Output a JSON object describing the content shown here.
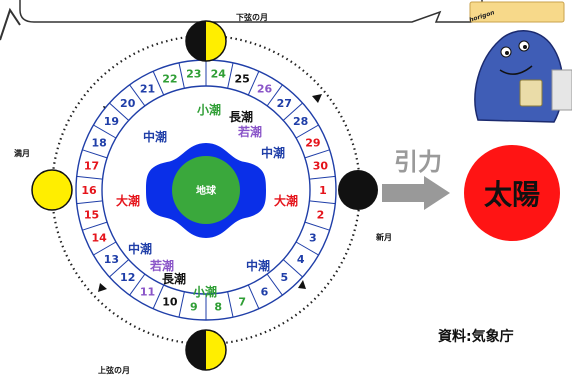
{
  "labels": {
    "third_quarter": "下弦の月",
    "full_moon": "満月",
    "new_moon": "新月",
    "first_quarter": "上弦の月",
    "earth": "地球",
    "force": "引力",
    "sun": "太陽",
    "source": "資料:気象庁",
    "mascot_name": "horigon"
  },
  "tides": {
    "spring_left": "大潮",
    "spring_right": "大潮",
    "neap_upper_left": "中潮",
    "neap_upper_right": "中潮",
    "neap_lower_left": "中潮",
    "neap_lower_right": "中潮",
    "young_upper": "若潮",
    "young_lower": "若潮",
    "long_upper": "長潮",
    "long_lower": "長潮",
    "small_upper": "小潮",
    "small_lower": "小潮"
  },
  "day_ring": [
    {
      "d": "1",
      "c": "#e5141b"
    },
    {
      "d": "2",
      "c": "#e5141b"
    },
    {
      "d": "3",
      "c": "#1f3ea8"
    },
    {
      "d": "4",
      "c": "#1f3ea8"
    },
    {
      "d": "5",
      "c": "#1f3ea8"
    },
    {
      "d": "6",
      "c": "#1f3ea8"
    },
    {
      "d": "7",
      "c": "#2f9e35"
    },
    {
      "d": "8",
      "c": "#2f9e35"
    },
    {
      "d": "9",
      "c": "#2f9e35"
    },
    {
      "d": "10",
      "c": "#111111"
    },
    {
      "d": "11",
      "c": "#8a55c8"
    },
    {
      "d": "12",
      "c": "#1f3ea8"
    },
    {
      "d": "13",
      "c": "#1f3ea8"
    },
    {
      "d": "14",
      "c": "#e5141b"
    },
    {
      "d": "15",
      "c": "#e5141b"
    },
    {
      "d": "16",
      "c": "#e5141b"
    },
    {
      "d": "17",
      "c": "#e5141b"
    },
    {
      "d": "18",
      "c": "#1f3ea8"
    },
    {
      "d": "19",
      "c": "#1f3ea8"
    },
    {
      "d": "20",
      "c": "#1f3ea8"
    },
    {
      "d": "21",
      "c": "#1f3ea8"
    },
    {
      "d": "22",
      "c": "#2f9e35"
    },
    {
      "d": "23",
      "c": "#2f9e35"
    },
    {
      "d": "24",
      "c": "#2f9e35"
    },
    {
      "d": "25",
      "c": "#111111"
    },
    {
      "d": "26",
      "c": "#8a55c8"
    },
    {
      "d": "27",
      "c": "#1f3ea8"
    },
    {
      "d": "28",
      "c": "#1f3ea8"
    },
    {
      "d": "29",
      "c": "#e5141b"
    },
    {
      "d": "30",
      "c": "#e5141b"
    }
  ],
  "colors": {
    "spring": "#e5141b",
    "neap": "#1f3ea8",
    "small": "#2f9e35",
    "long": "#111111",
    "young": "#8a55c8",
    "earth_ocean": "#0a2fe8",
    "earth": "#3aa83c",
    "sun": "#ff1414",
    "moon_yellow": "#ffee00",
    "arrow_gray": "#999999"
  }
}
